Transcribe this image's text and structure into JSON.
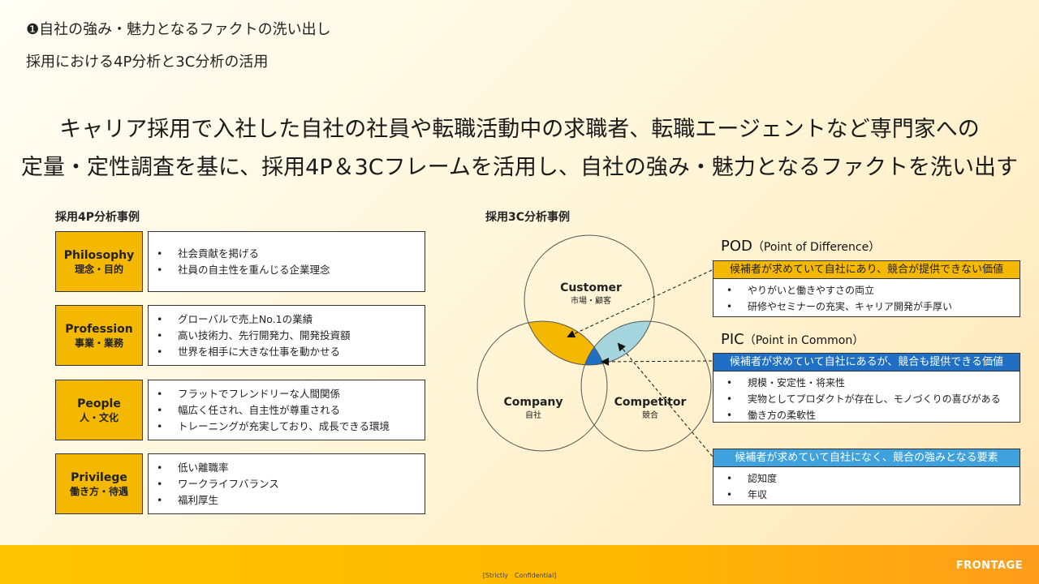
{
  "header": {
    "line1": "❶自社の強み・魅力となるファクトの洗い出し",
    "line2": "採用における4P分析と3C分析の活用"
  },
  "lead": {
    "line1": "キャリア採用で入社した自社の社員や転職活動中の求職者、転職エージェントなど専門家への",
    "line2": "定量・定性調査を基に、採用4P＆3Cフレームを活用し、自社の強み・魅力となるファクトを洗い出す"
  },
  "fourP": {
    "title": "採用4P分析事例",
    "items": [
      {
        "en": "Philosophy",
        "jp": "理念・目的",
        "bullets": [
          "社会貢献を掲げる",
          "社員の自主性を重んじる企業理念"
        ]
      },
      {
        "en": "Profession",
        "jp": "事業・業務",
        "bullets": [
          "グローバルで売上No.1の業績",
          "高い技術力、先行開発力、開発投資額",
          "世界を相手に大きな仕事を動かせる"
        ]
      },
      {
        "en": "People",
        "jp": "人・文化",
        "bullets": [
          "フラットでフレンドリーな人間関係",
          "幅広く任され、自主性が尊重される",
          "トレーニングが充実しており、成長できる環境"
        ]
      },
      {
        "en": "Privilege",
        "jp": "働き方・待遇",
        "bullets": [
          "低い離職率",
          "ワークライフバランス",
          "福利厚生"
        ]
      }
    ]
  },
  "threeC": {
    "title": "採用3C分析事例",
    "customer": {
      "en": "Customer",
      "jp": "市場・顧客"
    },
    "company": {
      "en": "Company",
      "jp": "自社"
    },
    "competitor": {
      "en": "Competitor",
      "jp": "競合"
    }
  },
  "pod": {
    "title": "POD",
    "subtitle": "（Point of Difference）",
    "header": "候補者が求めていて自社にあり、競合が提供できない価値",
    "bullets": [
      "やりがいと働きやすさの両立",
      "研修やセミナーの充実、キャリア開発が手厚い"
    ]
  },
  "pic": {
    "title": "PIC",
    "subtitle": "（Point in Common）",
    "header": "候補者が求めていて自社にあるが、競合も提供できる価値",
    "bullets": [
      "規模・安定性・将来性",
      "実物としてプロダクトが存在し、モノづくりの喜びがある",
      "働き方の柔軟性"
    ]
  },
  "competitorStrength": {
    "header": "候補者が求めていて自社になく、競合の強みとなる要素",
    "bullets": [
      "認知度",
      "年収"
    ]
  },
  "colors": {
    "gold": "#f5b800",
    "blue": "#1f6fc5",
    "lightBlue": "#a5d6e0",
    "sky": "#3fa2dc"
  },
  "footer": {
    "confidential": "[Strictly　Confidential]",
    "brand": "FRONTAGE"
  }
}
